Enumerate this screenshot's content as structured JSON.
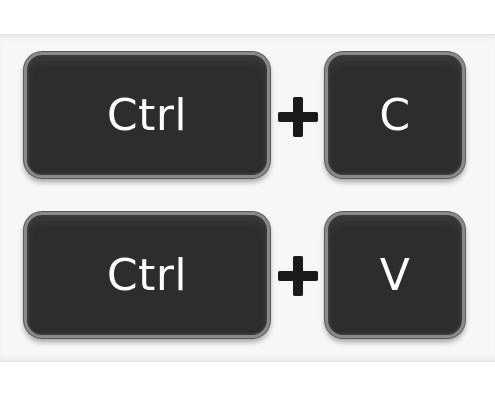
{
  "shortcuts": [
    {
      "modifier_label": "Ctrl",
      "plus": "+",
      "key_label": "C"
    },
    {
      "modifier_label": "Ctrl",
      "plus": "+",
      "key_label": "V"
    }
  ],
  "colors": {
    "key_face": "#2d2d2d",
    "key_border": "#8a8a8a",
    "key_text": "#ffffff",
    "plus_sign": "#1a1a1a",
    "panel_background": "#f7f7f7",
    "page_background": "#ffffff"
  }
}
